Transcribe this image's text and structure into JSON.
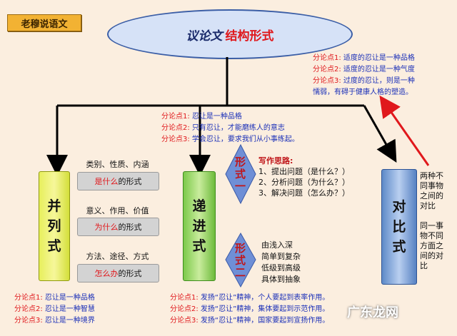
{
  "tag": "老穆说语文",
  "title": {
    "part1": "议论文",
    "part2": "结构形式"
  },
  "top_right_points": [
    {
      "label": "分论点1:",
      "text": "适度的忍让是一种品格"
    },
    {
      "label": "分论点2:",
      "text": "适度的忍让是一种气度"
    },
    {
      "label": "分论点3:",
      "text": "过度的忍让，则是一种"
    },
    {
      "label": "",
      "text": "懦弱，有碍于健康人格的塑造。"
    }
  ],
  "center_points": [
    {
      "label": "分论点1:",
      "text": "忍让是一种品格"
    },
    {
      "label": "分论点2:",
      "text": "只有忍让，才能磨练人的意志"
    },
    {
      "label": "分论点3:",
      "text": "学会忍让，要求我们从小事练起。"
    }
  ],
  "pillars": {
    "parallel": [
      "并",
      "列",
      "式"
    ],
    "progressive": [
      "递",
      "进",
      "式"
    ],
    "contrast": [
      "对",
      "比",
      "式"
    ]
  },
  "parallel_rows": [
    {
      "label": "类别、性质、内涵",
      "key": "是什么",
      "suffix": "的形式"
    },
    {
      "label": "意义、作用、价值",
      "key": "为什么",
      "suffix": "的形式"
    },
    {
      "label": "方法、途径、方式",
      "key": "怎么办",
      "suffix": "的形式"
    }
  ],
  "forms": {
    "form1": "形式一",
    "form2": "形式二"
  },
  "writing_steps": {
    "heading": "写作思路:",
    "items": [
      "1、提出问题（是什么？）",
      "2、分析问题（为什么？）",
      "3、解决问题（怎么办？）"
    ]
  },
  "deepening": [
    "由浅入深",
    "简单到复杂",
    "低级到高级",
    "具体到抽象"
  ],
  "contrast_notes": [
    "两种不",
    "同事物",
    "之间的",
    "对比",
    "",
    "同一事",
    "物不同",
    "方面之",
    "间的对",
    "比"
  ],
  "bottom_left_points": [
    {
      "label": "分论点1:",
      "text": "忍让是一种品格"
    },
    {
      "label": "分论点2:",
      "text": "忍让是一种智慧"
    },
    {
      "label": "分论点3:",
      "text": "忍让是一种境界"
    }
  ],
  "bottom_center_points": [
    {
      "label": "分论点1:",
      "text": "发扬“忍让”精神，个人要起到表率作用。"
    },
    {
      "label": "分论点2:",
      "text": "发扬“忍让”精神，集体要起到示范作用。"
    },
    {
      "label": "分论点3:",
      "text": "发扬“忍让”精神，国家要起到宣扬作用。"
    }
  ],
  "watermark": "广东龙网",
  "colors": {
    "arrow_red": "#e0181c",
    "background": "#fbeedf"
  }
}
